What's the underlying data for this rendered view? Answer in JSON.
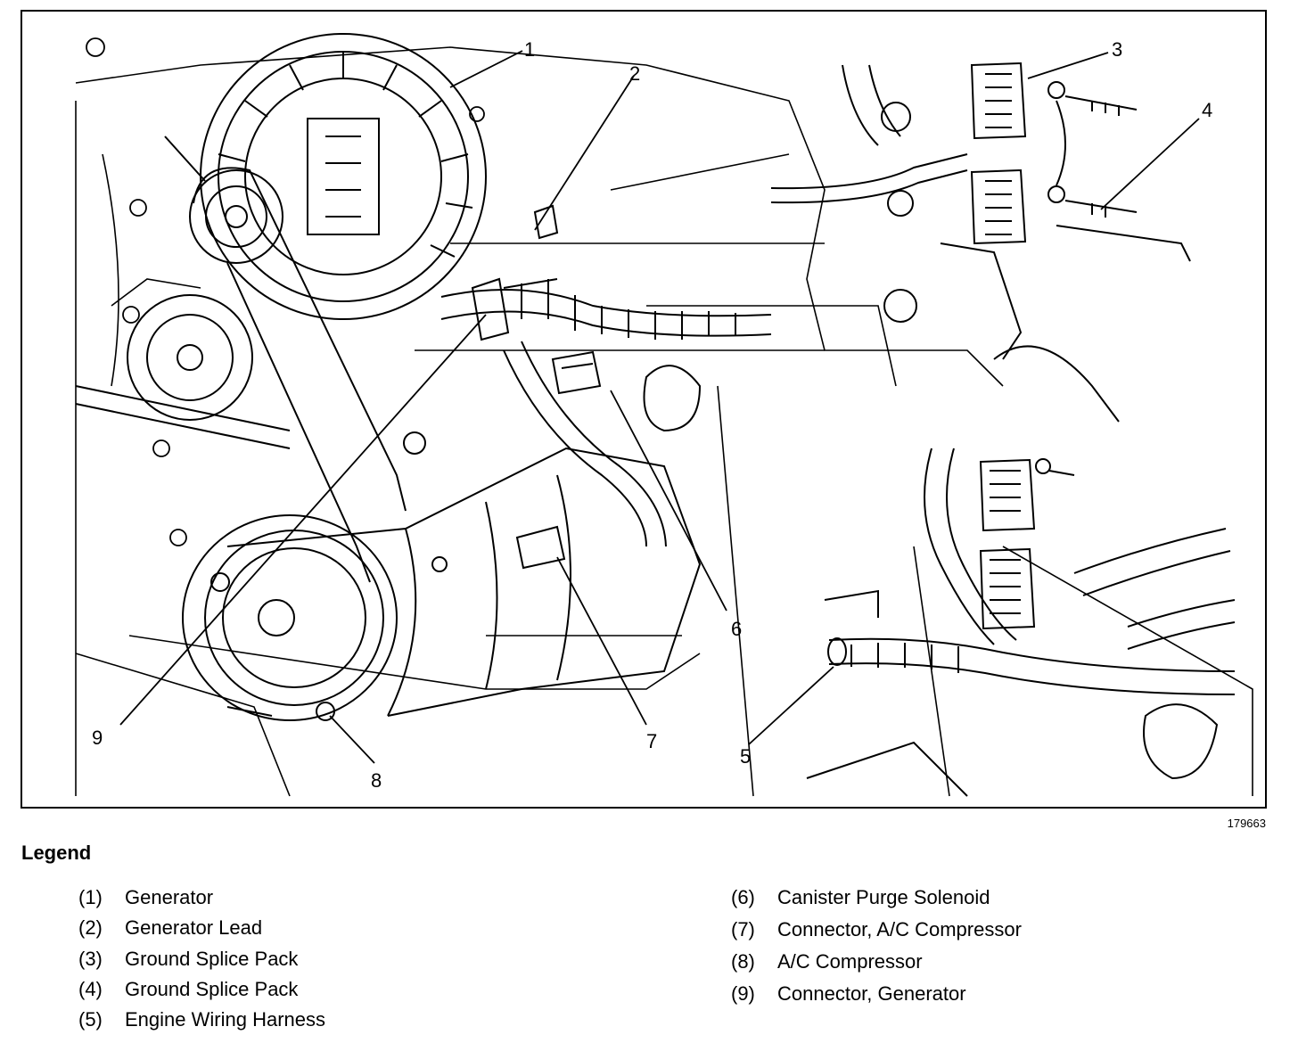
{
  "figure_id": "179663",
  "callouts": [
    "1",
    "2",
    "3",
    "4",
    "5",
    "6",
    "7",
    "8",
    "9"
  ],
  "legend": {
    "title": "Legend",
    "items": [
      {
        "num": "(1)",
        "label": "Generator"
      },
      {
        "num": "(2)",
        "label": "Generator Lead"
      },
      {
        "num": "(3)",
        "label": "Ground Splice Pack"
      },
      {
        "num": "(4)",
        "label": "Ground Splice Pack"
      },
      {
        "num": "(5)",
        "label": "Engine Wiring Harness"
      },
      {
        "num": "(6)",
        "label": "Canister Purge Solenoid"
      },
      {
        "num": "(7)",
        "label": "Connector, A/C Compressor"
      },
      {
        "num": "(8)",
        "label": "A/C Compressor"
      },
      {
        "num": "(9)",
        "label": "Connector, Generator"
      }
    ]
  }
}
